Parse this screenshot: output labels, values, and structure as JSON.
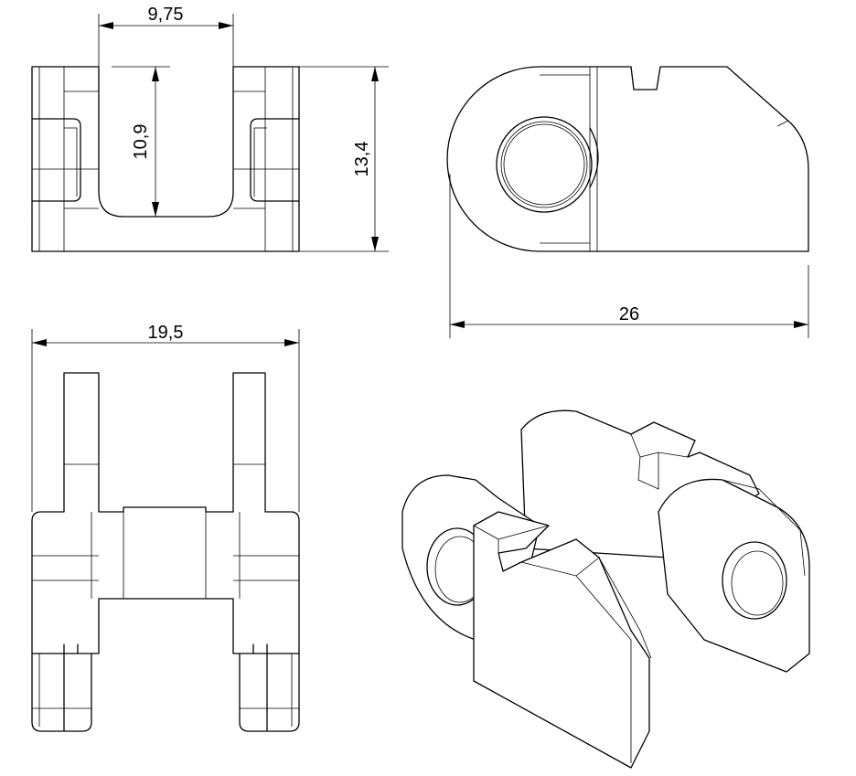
{
  "drawing": {
    "dimensions": {
      "top_width": "9,75",
      "slot_depth": "10,9",
      "height": "13,4",
      "length": "26",
      "overall_width": "19,5"
    },
    "views": [
      "front-view",
      "side-view",
      "top-view",
      "isometric-view"
    ]
  }
}
